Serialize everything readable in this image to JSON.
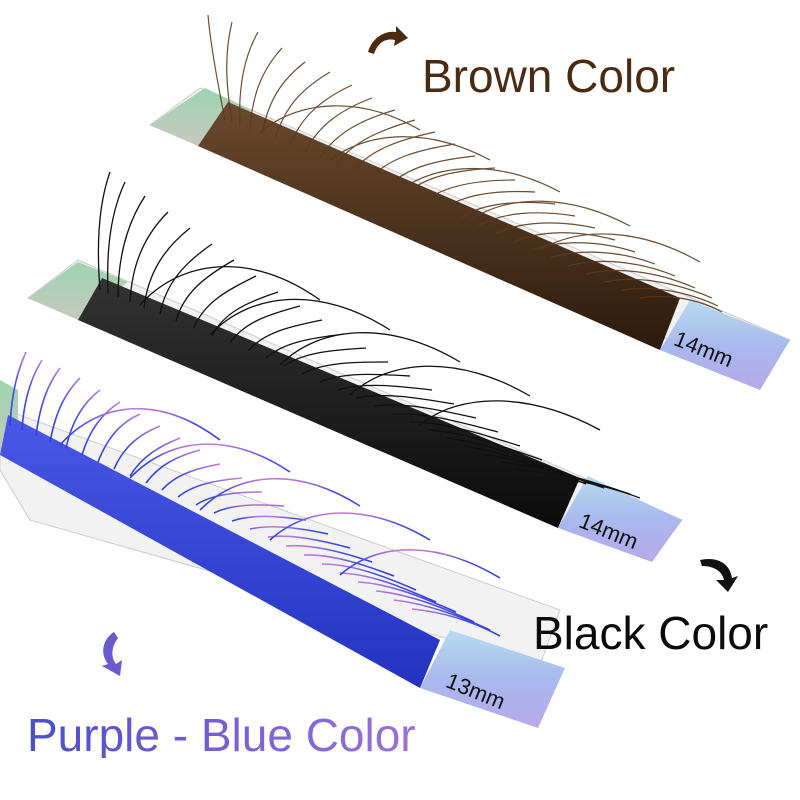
{
  "products": [
    {
      "name": "brown-strip",
      "label": "Brown Color",
      "length": "14mm",
      "label_color": "#4a2a10",
      "lash_color": "#5a3a1e",
      "base_color": "#3b2614",
      "tab_left_color": "#a8d8b8",
      "tab_right_color": "#a9b7ec"
    },
    {
      "name": "black-strip",
      "label": "Black Color",
      "length": "14mm",
      "label_color": "#0a0a0a",
      "lash_color": "#111111",
      "base_color": "#1a1a1a",
      "tab_left_color": "#9ccdb8",
      "tab_right_color": "#9fb8ee"
    },
    {
      "name": "purple-blue-strip",
      "label": "Purple - Blue Color",
      "length": "13mm",
      "label_color": "#6b5ad0",
      "lash_color": "#3b44d6",
      "tip_color": "#b070d8",
      "base_color": "#2f3fd0",
      "tab_left_color": "#9cc8b0",
      "tab_right_color": "#b3c0f0"
    }
  ],
  "arrows": {
    "brown": "curved-arrow-right",
    "black": "curved-arrow-down",
    "purple": "curved-arrow-down"
  }
}
